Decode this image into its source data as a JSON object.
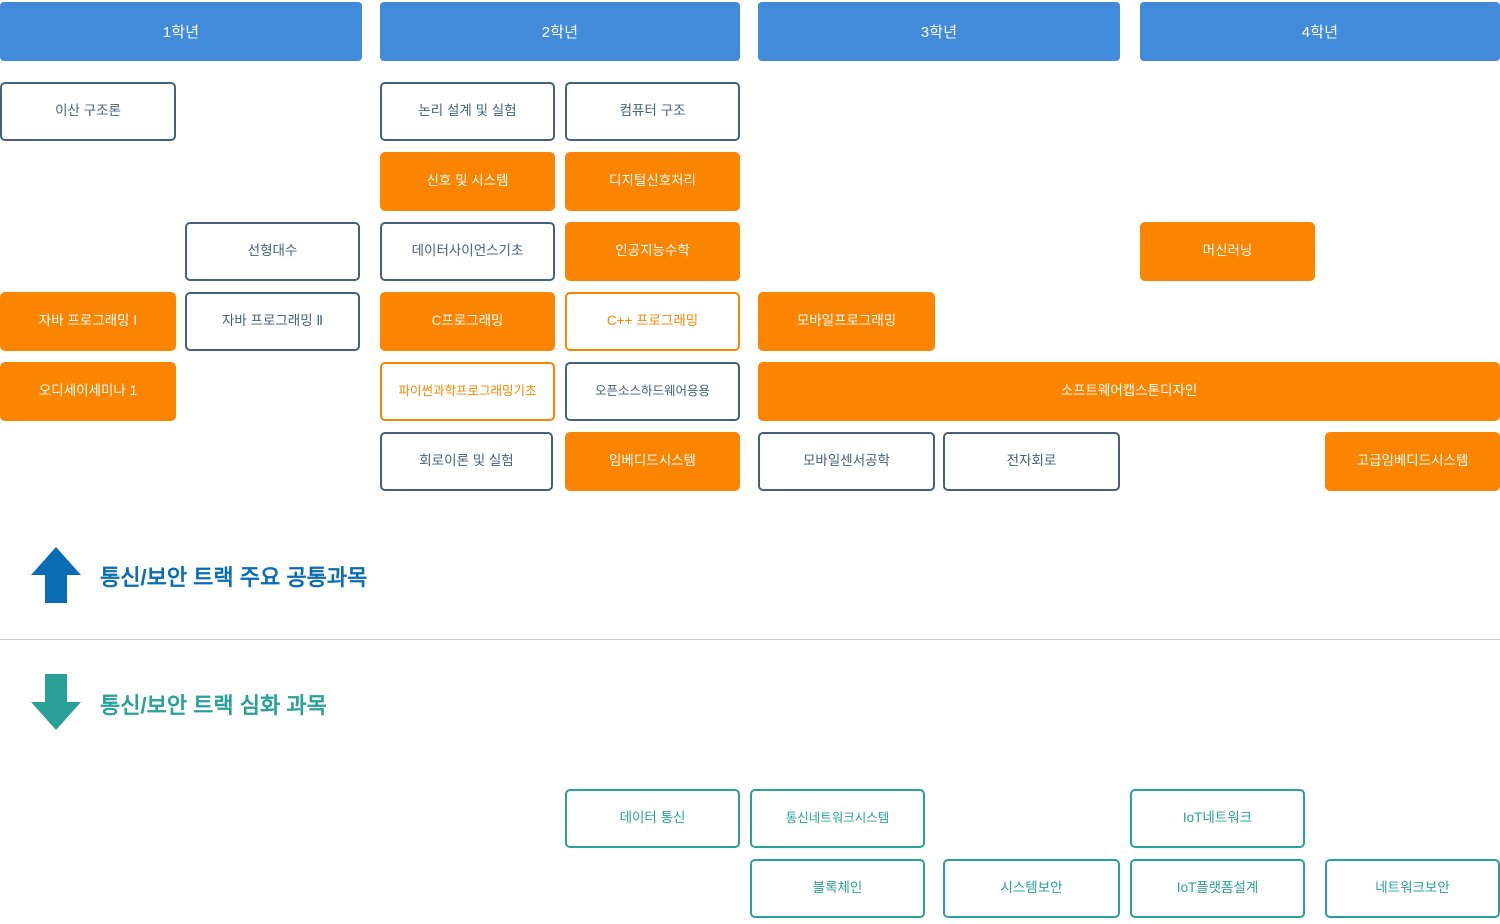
{
  "meta": {
    "title": "학과 교육과정 로드맵 (통신/보안 트랙)",
    "colors": {
      "year_header": "#428bda",
      "navy_border": "#44607f",
      "orange": "#fb8500",
      "teal": "#2aa198",
      "legend_blue": "#0a6cb5",
      "divider": "#cfcfcf"
    }
  },
  "year_headers": [
    {
      "label": "1학년"
    },
    {
      "label": "2학년"
    },
    {
      "label": "3학년"
    },
    {
      "label": "4학년"
    }
  ],
  "common_courses": [
    {
      "label": "이산 구조론",
      "style": "navy"
    },
    {
      "label": "논리 설계 및 실험",
      "style": "navy"
    },
    {
      "label": "컴퓨터 구조",
      "style": "navy"
    },
    {
      "label": "신호 및 시스템",
      "style": "orange"
    },
    {
      "label": "디지털신호처리",
      "style": "orange"
    },
    {
      "label": "선형대수",
      "style": "navy"
    },
    {
      "label": "데이터사이언스기초",
      "style": "navy"
    },
    {
      "label": "인공지능수학",
      "style": "orange"
    },
    {
      "label": "머신러닝",
      "style": "orange"
    },
    {
      "label": "자바 프로그래밍 Ⅰ",
      "style": "orange"
    },
    {
      "label": "자바 프로그래밍 Ⅱ",
      "style": "navy"
    },
    {
      "label": "C프로그래밍",
      "style": "orange"
    },
    {
      "label": "C++ 프로그래밍",
      "style": "orangeline"
    },
    {
      "label": "모바일프로그래밍",
      "style": "orange"
    },
    {
      "label": "오디세이세미나 1",
      "style": "orange"
    },
    {
      "label": "파이썬과학프로그래밍기초",
      "style": "orangeline"
    },
    {
      "label": "오픈소스하드웨어응용",
      "style": "navy"
    },
    {
      "label": "소프트웨어캡스톤디자인",
      "style": "orange"
    },
    {
      "label": "회로이론 및 실험",
      "style": "navy"
    },
    {
      "label": "임베디드시스템",
      "style": "orange"
    },
    {
      "label": "모바일센서공학",
      "style": "navy"
    },
    {
      "label": "전자회로",
      "style": "navy"
    },
    {
      "label": "고급임베디드시스템",
      "style": "orange"
    }
  ],
  "legend": {
    "up": {
      "label": "통신/보안 트랙 주요 공통과목",
      "icon": "arrow-up-icon",
      "color": "#0a6cb5"
    },
    "down": {
      "label": "통신/보안 트랙 심화 과목",
      "icon": "arrow-down-icon",
      "color": "#2aa198"
    }
  },
  "track_courses": [
    {
      "label": "데이터 통신",
      "style": "teal"
    },
    {
      "label": "통신네트워크시스템",
      "style": "teal"
    },
    {
      "label": "IoT네트워크",
      "style": "teal"
    },
    {
      "label": "블록체인",
      "style": "teal"
    },
    {
      "label": "시스템보안",
      "style": "teal"
    },
    {
      "label": "IoT플랫폼설계",
      "style": "teal"
    },
    {
      "label": "네트워크보안",
      "style": "teal"
    }
  ]
}
